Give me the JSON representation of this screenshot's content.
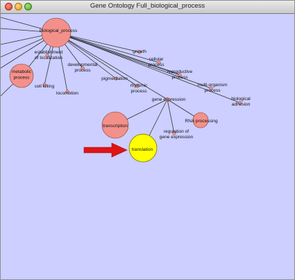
{
  "window": {
    "title": "Gene Ontology Full_biological_process"
  },
  "graph": {
    "node_color_default": "#f4908a",
    "node_color_highlight": "#ffff00",
    "arrow_color": "#dd1515",
    "background": "#cccfff",
    "nodes": {
      "biological_process": "biological_process",
      "metabolic_process": "metabolic process",
      "establishment_of_localization": "establishment of localization",
      "cell_killing": "cell killing",
      "locomotion": "locomotion",
      "developmental_process": "developmental process",
      "growth": "growth",
      "cellular_process": "cellular process",
      "pigmentation": "pigmentation",
      "rhythmic_process": "rhythmic process",
      "reproductive_process": "reproductive process",
      "multi_organism_process": "multi-organism process",
      "biological_adhesion": "biological adhesion",
      "gene_expression": "gene expression",
      "transcription": "transcription",
      "rna_processing": "RNA processing",
      "regulation_of_gene_expression": "regulation of gene expression",
      "translation": "translation"
    }
  }
}
